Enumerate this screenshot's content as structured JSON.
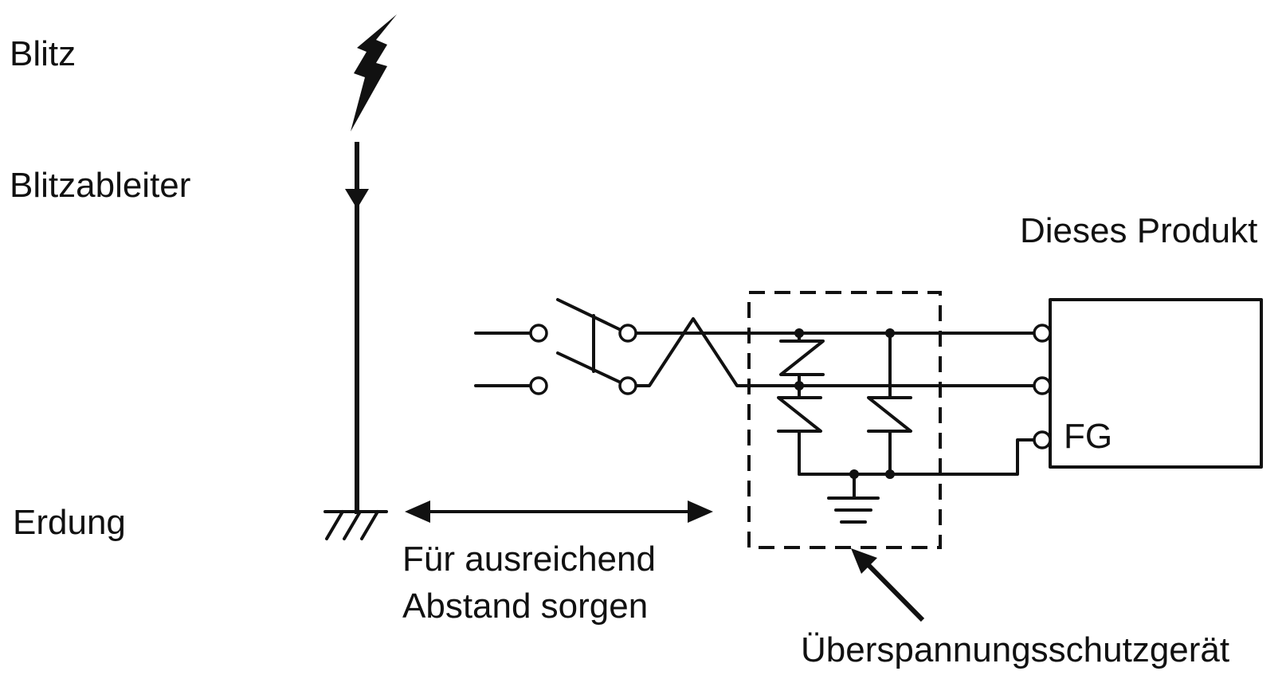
{
  "labels": {
    "lightning": "Blitz",
    "lightning_rod": "Blitzableiter",
    "grounding": "Erdung",
    "product": "Dieses Produkt",
    "fg": "FG",
    "distance_line1": "Für ausreichend",
    "distance_line2": "Abstand sorgen",
    "surge_protector": "Überspannungsschutzgerät"
  },
  "colors": {
    "line": "#111111",
    "background": "#ffffff"
  }
}
